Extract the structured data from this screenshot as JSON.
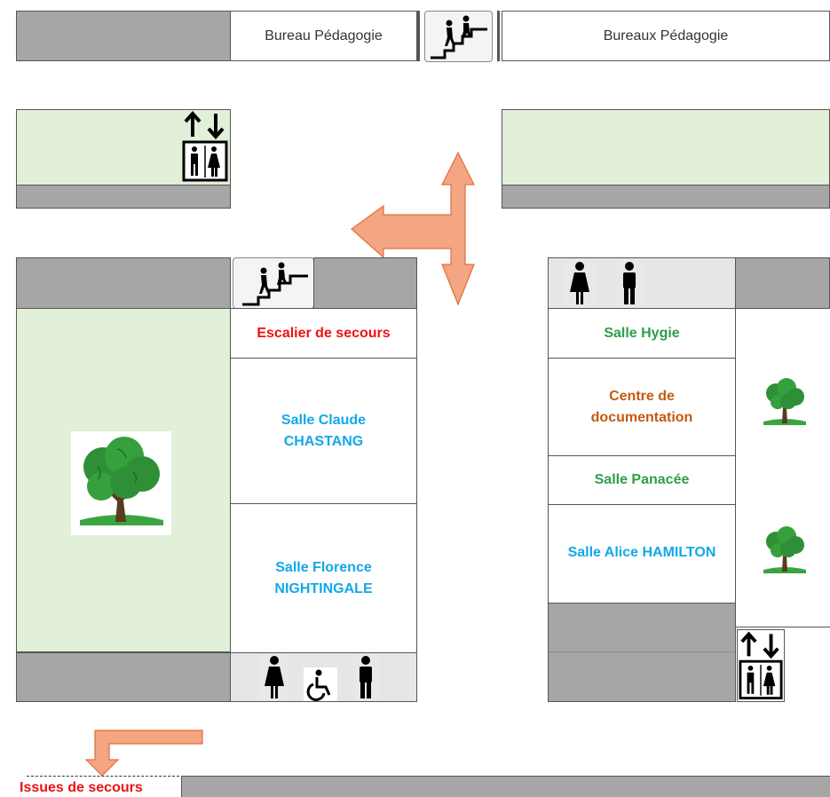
{
  "labels": {
    "bureau_pedagogie": "Bureau Pédagogie",
    "bureaux_pedagogie": "Bureaux Pédagogie",
    "escalier_de_secours": "Escalier de secours",
    "salle_claude": "Salle Claude CHASTANG",
    "salle_florence": "Salle Florence NIGHTINGALE",
    "salle_hygie": "Salle Hygie",
    "centre_documentation": "Centre de documentation",
    "salle_panacee": "Salle Panacée",
    "salle_alice": "Salle Alice HAMILTON",
    "issues_de_secours": "Issues de secours"
  },
  "icons": [
    "stairs-icon",
    "elevator-icon",
    "woman-icon",
    "man-icon",
    "wheelchair-icon",
    "tree-icon",
    "direction-arrow-icon"
  ],
  "colors": {
    "room_blue": "#12a8e8",
    "room_green": "#2e9e4a",
    "room_orange": "#c55a11",
    "emergency_red": "#ee1111",
    "garden_green": "#e2efd9",
    "corridor_grey": "#a6a6a6",
    "arrow_salmon": "#f4a582"
  }
}
